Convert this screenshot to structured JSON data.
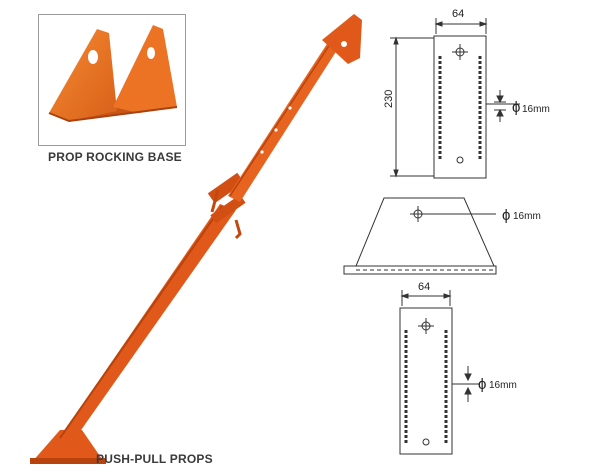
{
  "captions": {
    "rocking_base": "PROP ROCKING BASE",
    "push_pull": "PUSH-PULL PROPS"
  },
  "drawing_top": {
    "width_dim": "64",
    "height_dim": "230",
    "hole_dim": "16mm",
    "diameter_symbol": "ϕ"
  },
  "drawing_middle": {
    "hole_dim": "16mm",
    "diameter_symbol": "ϕ"
  },
  "drawing_bottom": {
    "width_dim": "64",
    "hole_dim": "16mm",
    "diameter_symbol": "ϕ"
  },
  "colors": {
    "prop_orange": "#e0591a",
    "prop_dark": "#b8430d",
    "base_orange": "#f07a22",
    "line": "#333333"
  }
}
